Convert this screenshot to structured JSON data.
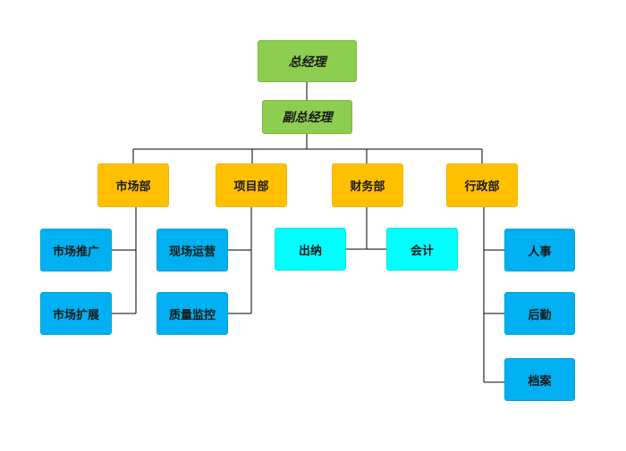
{
  "top": {
    "gm": "总经理",
    "vgm": "副总经理"
  },
  "departments": {
    "market": {
      "label": "市场部",
      "subs": [
        "市场推广",
        "市场扩展"
      ]
    },
    "project": {
      "label": "项目部",
      "subs": [
        "现场运营",
        "质量监控"
      ]
    },
    "finance": {
      "label": "财务部",
      "subs": [
        "出纳",
        "会计"
      ]
    },
    "admin": {
      "label": "行政部",
      "subs": [
        "人事",
        "后勤",
        "档案"
      ]
    }
  },
  "colors": {
    "executive": "#8dcd4f",
    "department": "#ffc000",
    "unit": "#00b0f0",
    "finance_unit": "#00ffff",
    "line": "#000000"
  }
}
